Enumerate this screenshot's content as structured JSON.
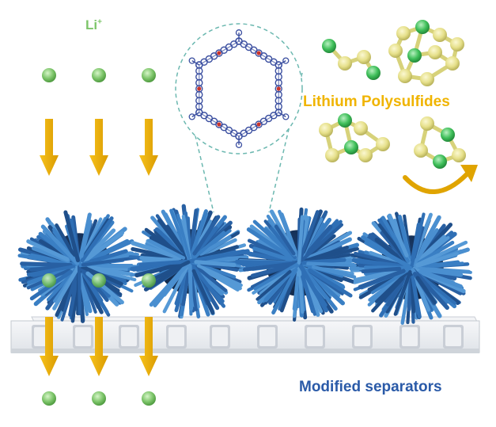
{
  "labels": {
    "li_ion": "Li",
    "li_charge": "+",
    "polysulfides": "Lithium Polysulfides",
    "separator": "Modified separators"
  },
  "colors": {
    "li_ion": "#7dc56a",
    "arrow": "#f0b400",
    "polysulfide_text": "#f0b400",
    "separator_text": "#2a5aa8",
    "nanosphere": "#2f6fb5",
    "sulfur": "#e6e08a",
    "lithium_atom": "#3fbf5a",
    "separator": "#e9ecef"
  },
  "icons": [
    "lithium-ion-icon",
    "down-arrow-icon",
    "nanorod-sphere-icon",
    "cof-framework-icon",
    "polysulfide-molecule-icon",
    "curved-arrow-icon"
  ]
}
